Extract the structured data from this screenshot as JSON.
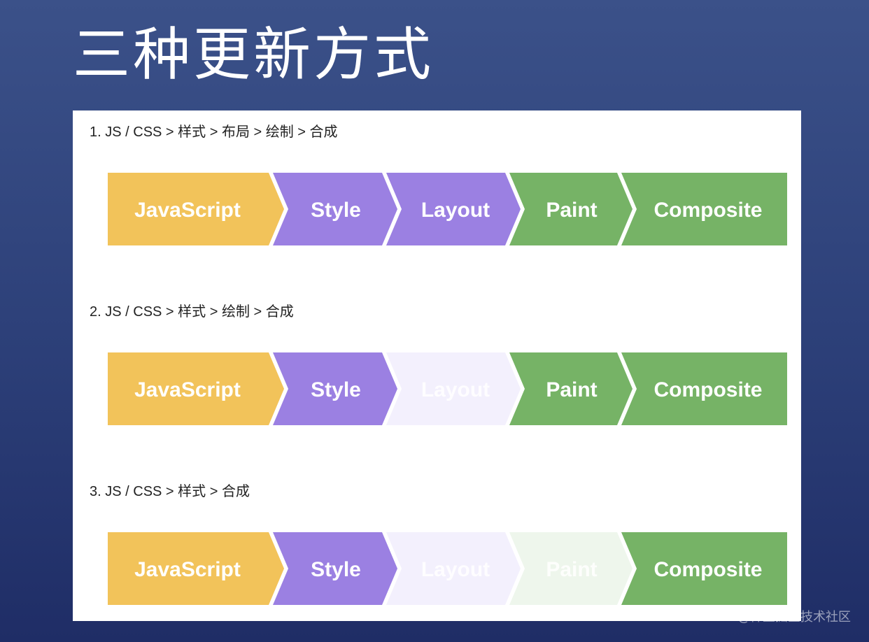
{
  "title": "三种更新方式",
  "watermark": "@稀土掘金技术社区",
  "colors": {
    "javascript": "#f2c35a",
    "style": "#9b80e2",
    "layout": "#9b80e2",
    "paint": "#76b366",
    "composite": "#76b366",
    "faded_purple": "#f3f0fd",
    "faded_green": "#eef6ec"
  },
  "pipelines": [
    {
      "caption": "1. JS / CSS > 样式 > 布局 > 绘制 > 合成",
      "steps": [
        {
          "label": "JavaScript",
          "key": "javascript",
          "active": true
        },
        {
          "label": "Style",
          "key": "style",
          "active": true
        },
        {
          "label": "Layout",
          "key": "layout",
          "active": true
        },
        {
          "label": "Paint",
          "key": "paint",
          "active": true
        },
        {
          "label": "Composite",
          "key": "composite",
          "active": true
        }
      ]
    },
    {
      "caption": "2. JS / CSS > 样式 > 绘制 > 合成",
      "steps": [
        {
          "label": "JavaScript",
          "key": "javascript",
          "active": true
        },
        {
          "label": "Style",
          "key": "style",
          "active": true
        },
        {
          "label": "Layout",
          "key": "layout",
          "active": false
        },
        {
          "label": "Paint",
          "key": "paint",
          "active": true
        },
        {
          "label": "Composite",
          "key": "composite",
          "active": true
        }
      ]
    },
    {
      "caption": "3. JS / CSS > 样式 > 合成",
      "steps": [
        {
          "label": "JavaScript",
          "key": "javascript",
          "active": true
        },
        {
          "label": "Style",
          "key": "style",
          "active": true
        },
        {
          "label": "Layout",
          "key": "layout",
          "active": false
        },
        {
          "label": "Paint",
          "key": "paint",
          "active": false
        },
        {
          "label": "Composite",
          "key": "composite",
          "active": true
        }
      ]
    }
  ]
}
